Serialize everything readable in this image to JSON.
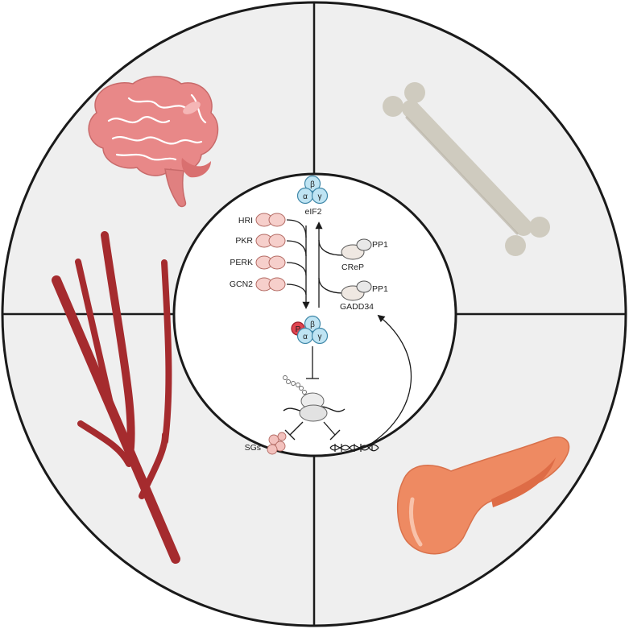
{
  "colors": {
    "quadrant_bg": "#efefef",
    "outline": "#1a1a1a",
    "kinase_fill": "#f6cfcb",
    "kinase_stroke": "#b36a63",
    "subunit_fill": "#bfe4f3",
    "subunit_stroke": "#3f87a8",
    "phospho_fill": "#e04450",
    "pp1_fill": "#efe8e2",
    "brain": "#e88888",
    "bone": "#cfcbbf",
    "vessel": "#a52b2e",
    "pancreas": "#ee8a62"
  },
  "diagram": {
    "eif2_top": {
      "beta": "β",
      "alpha": "α",
      "gamma": "γ",
      "label": "eIF2"
    },
    "eif2_bottom": {
      "phospho": "P",
      "beta": "β",
      "alpha": "α",
      "gamma": "γ"
    },
    "kinases": [
      "HRI",
      "PKR",
      "PERK",
      "GCN2"
    ],
    "phosphatases": [
      {
        "partner": "PP1",
        "label": "CReP"
      },
      {
        "partner": "PP1",
        "label": "GADD34"
      }
    ],
    "stress_granules_label": "SGs"
  },
  "quadrants": [
    {
      "icon": "brain-icon"
    },
    {
      "icon": "bone-icon"
    },
    {
      "icon": "blood-vessel-icon"
    },
    {
      "icon": "pancreas-icon"
    }
  ]
}
